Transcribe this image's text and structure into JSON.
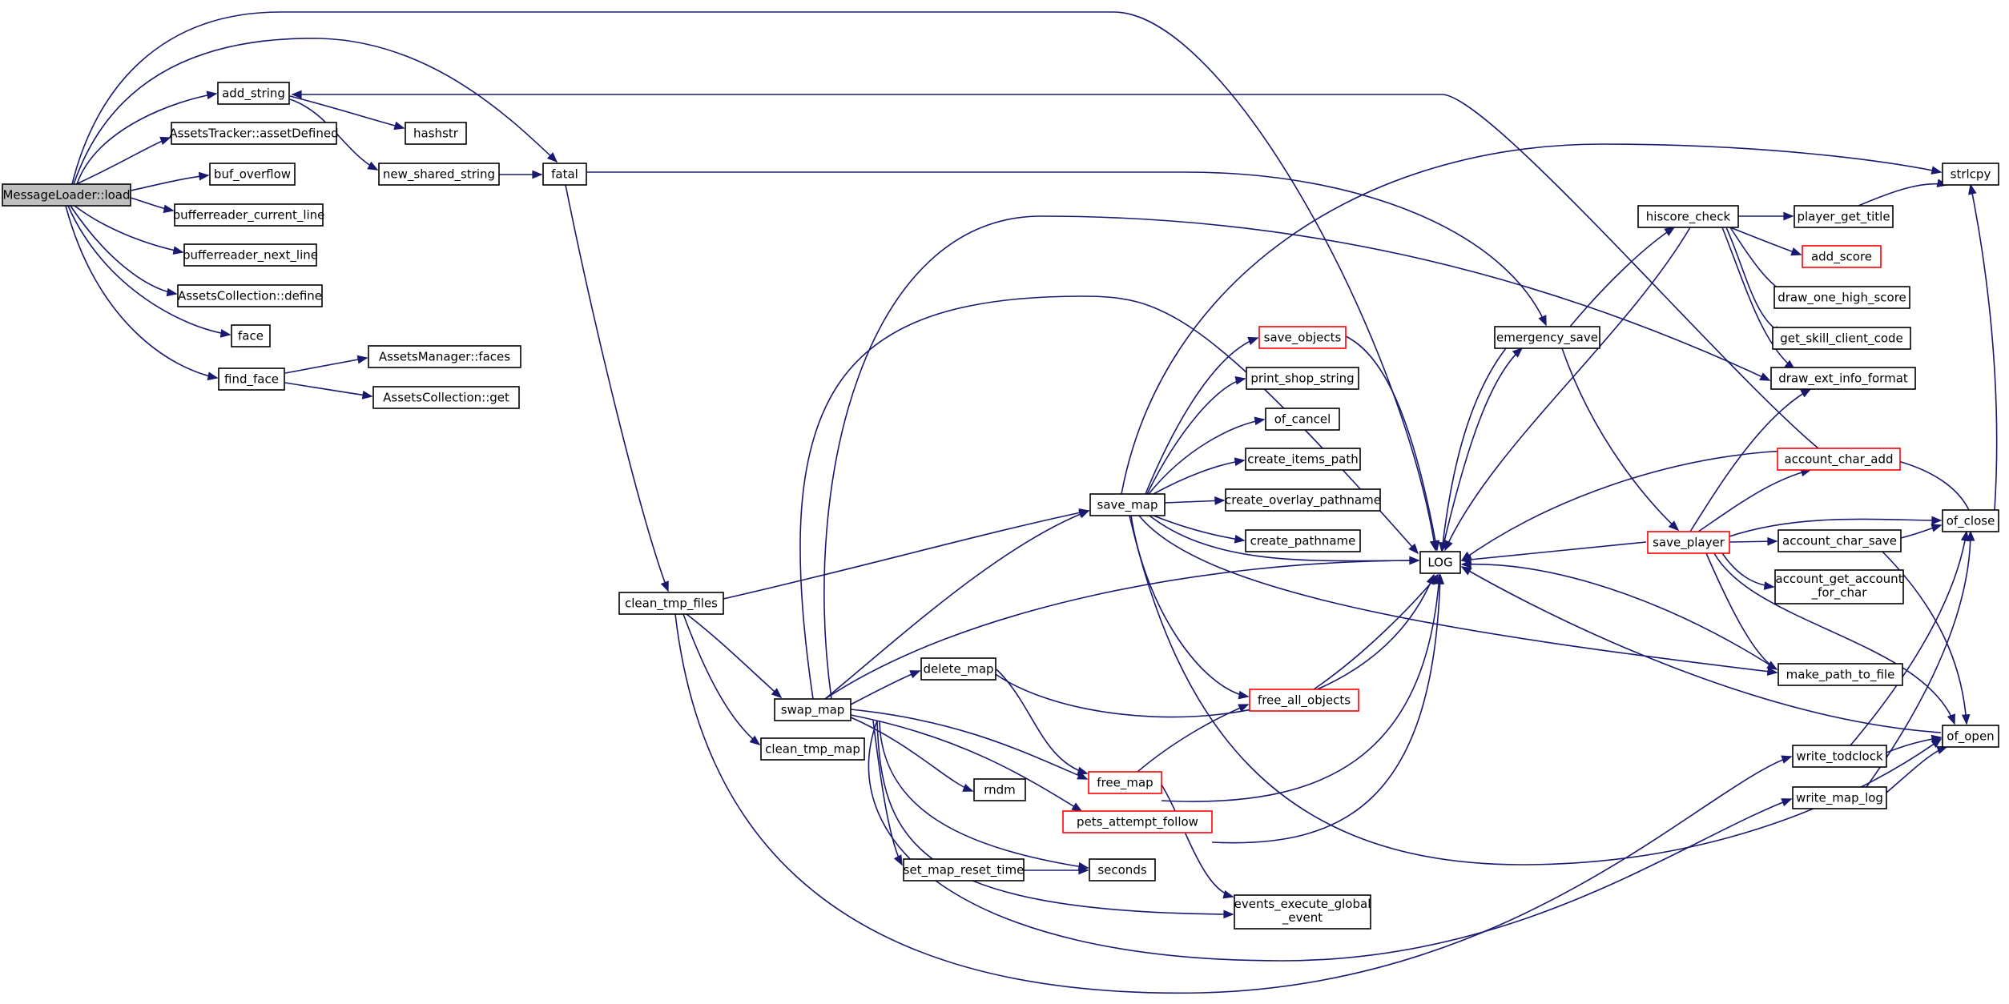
{
  "colors": {
    "edge": "#191970",
    "node_border": "#000000",
    "node_border_highlight": "#ff0000",
    "root_fill": "#bfbfbf",
    "background": "#ffffff"
  },
  "nodes": {
    "load": "MessageLoader::load",
    "add_string": "add_string",
    "assetDefined": "AssetsTracker::assetDefined",
    "buf_overflow": "buf_overflow",
    "brcl": "bufferreader_current_line",
    "brnl": "bufferreader_next_line",
    "define": "AssetsCollection::define",
    "face": "face",
    "find_face": "find_face",
    "hashstr": "hashstr",
    "nss": "new_shared_string",
    "fatal": "fatal",
    "faces": "AssetsManager::faces",
    "get": "AssetsCollection::get",
    "ctf": "clean_tmp_files",
    "swap_map": "swap_map",
    "ctm": "clean_tmp_map",
    "save_map": "save_map",
    "delete_map": "delete_map",
    "rndm": "rndm",
    "free_map": "free_map",
    "paf": "pets_attempt_follow",
    "smrt": "set_map_reset_time",
    "seconds": "seconds",
    "eeg": [
      "events_execute_global",
      "_event"
    ],
    "save_objects": "save_objects",
    "pss": "print_shop_string",
    "of_cancel": "of_cancel",
    "cip": "create_items_path",
    "cop": "create_overlay_pathname",
    "cpn": "create_pathname",
    "fao": "free_all_objects",
    "LOG": "LOG",
    "emergency_save": "emergency_save",
    "hiscore_check": "hiscore_check",
    "save_player": "save_player",
    "write_todclock": "write_todclock",
    "write_map_log": "write_map_log",
    "pgt": "player_get_title",
    "add_score": "add_score",
    "dohs": "draw_one_high_score",
    "gscc": "get_skill_client_code",
    "deif": "draw_ext_info_format",
    "aca": "account_char_add",
    "acs": "account_char_save",
    "agafc": [
      "account_get_account",
      "_for_char"
    ],
    "mptf": "make_path_to_file",
    "strlcpy": "strlcpy",
    "of_close": "of_close",
    "of_open": "of_open"
  }
}
